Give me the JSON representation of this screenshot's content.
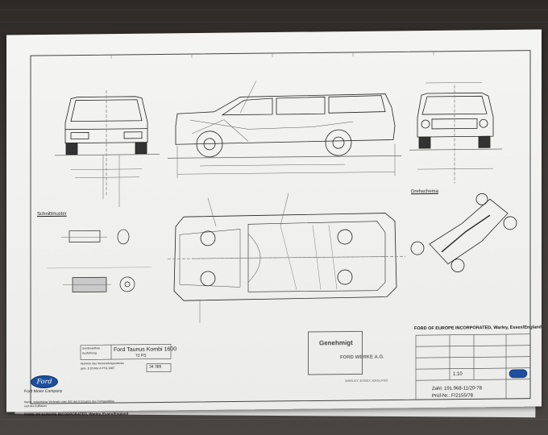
{
  "brand": {
    "logo_text": "Ford",
    "company": "Ford Motor Company"
  },
  "title_block": {
    "model": "Ford Taunus Kombi 1600",
    "power": "72 PS",
    "small_label_1": "Sonderaufbau",
    "small_label_2": "Ausführung"
  },
  "document": {
    "number": "34 365",
    "number_caption_1": "Nummer des Verwendungszwecks",
    "number_caption_2": "gem. § 20 Abs 4 PTG 1987"
  },
  "footer": {
    "note_1": "Name, ordentlicher Wohnsitz oder Sitz des Erzeugers des Fahrgestelles",
    "note_2": "und des Aufbaues",
    "line": "FORD OF EUROPE INCORPORATED, Warley, Essex/England"
  },
  "right_header": "FORD OF EUROPE INCORPORATED, Warley, Essex/England",
  "labels": {
    "schnittmuster": "Schnittmuster",
    "drehschema": "Drehschema",
    "genehmigt": "Genehmigt",
    "ford_werke": "FORD WERKE A.G.",
    "warley": "WARLEY, ESSEX, ENGLAND",
    "scale": "1:10",
    "zahl": "Zahl: 191.968-11/20-78",
    "pruef": "Prüf-Nr.: F/2155/78"
  },
  "colors": {
    "paper": "#f2f2f0",
    "ink": "#1b1b1b",
    "ford_blue": "#1e4f9c",
    "table": "#3a3633"
  }
}
